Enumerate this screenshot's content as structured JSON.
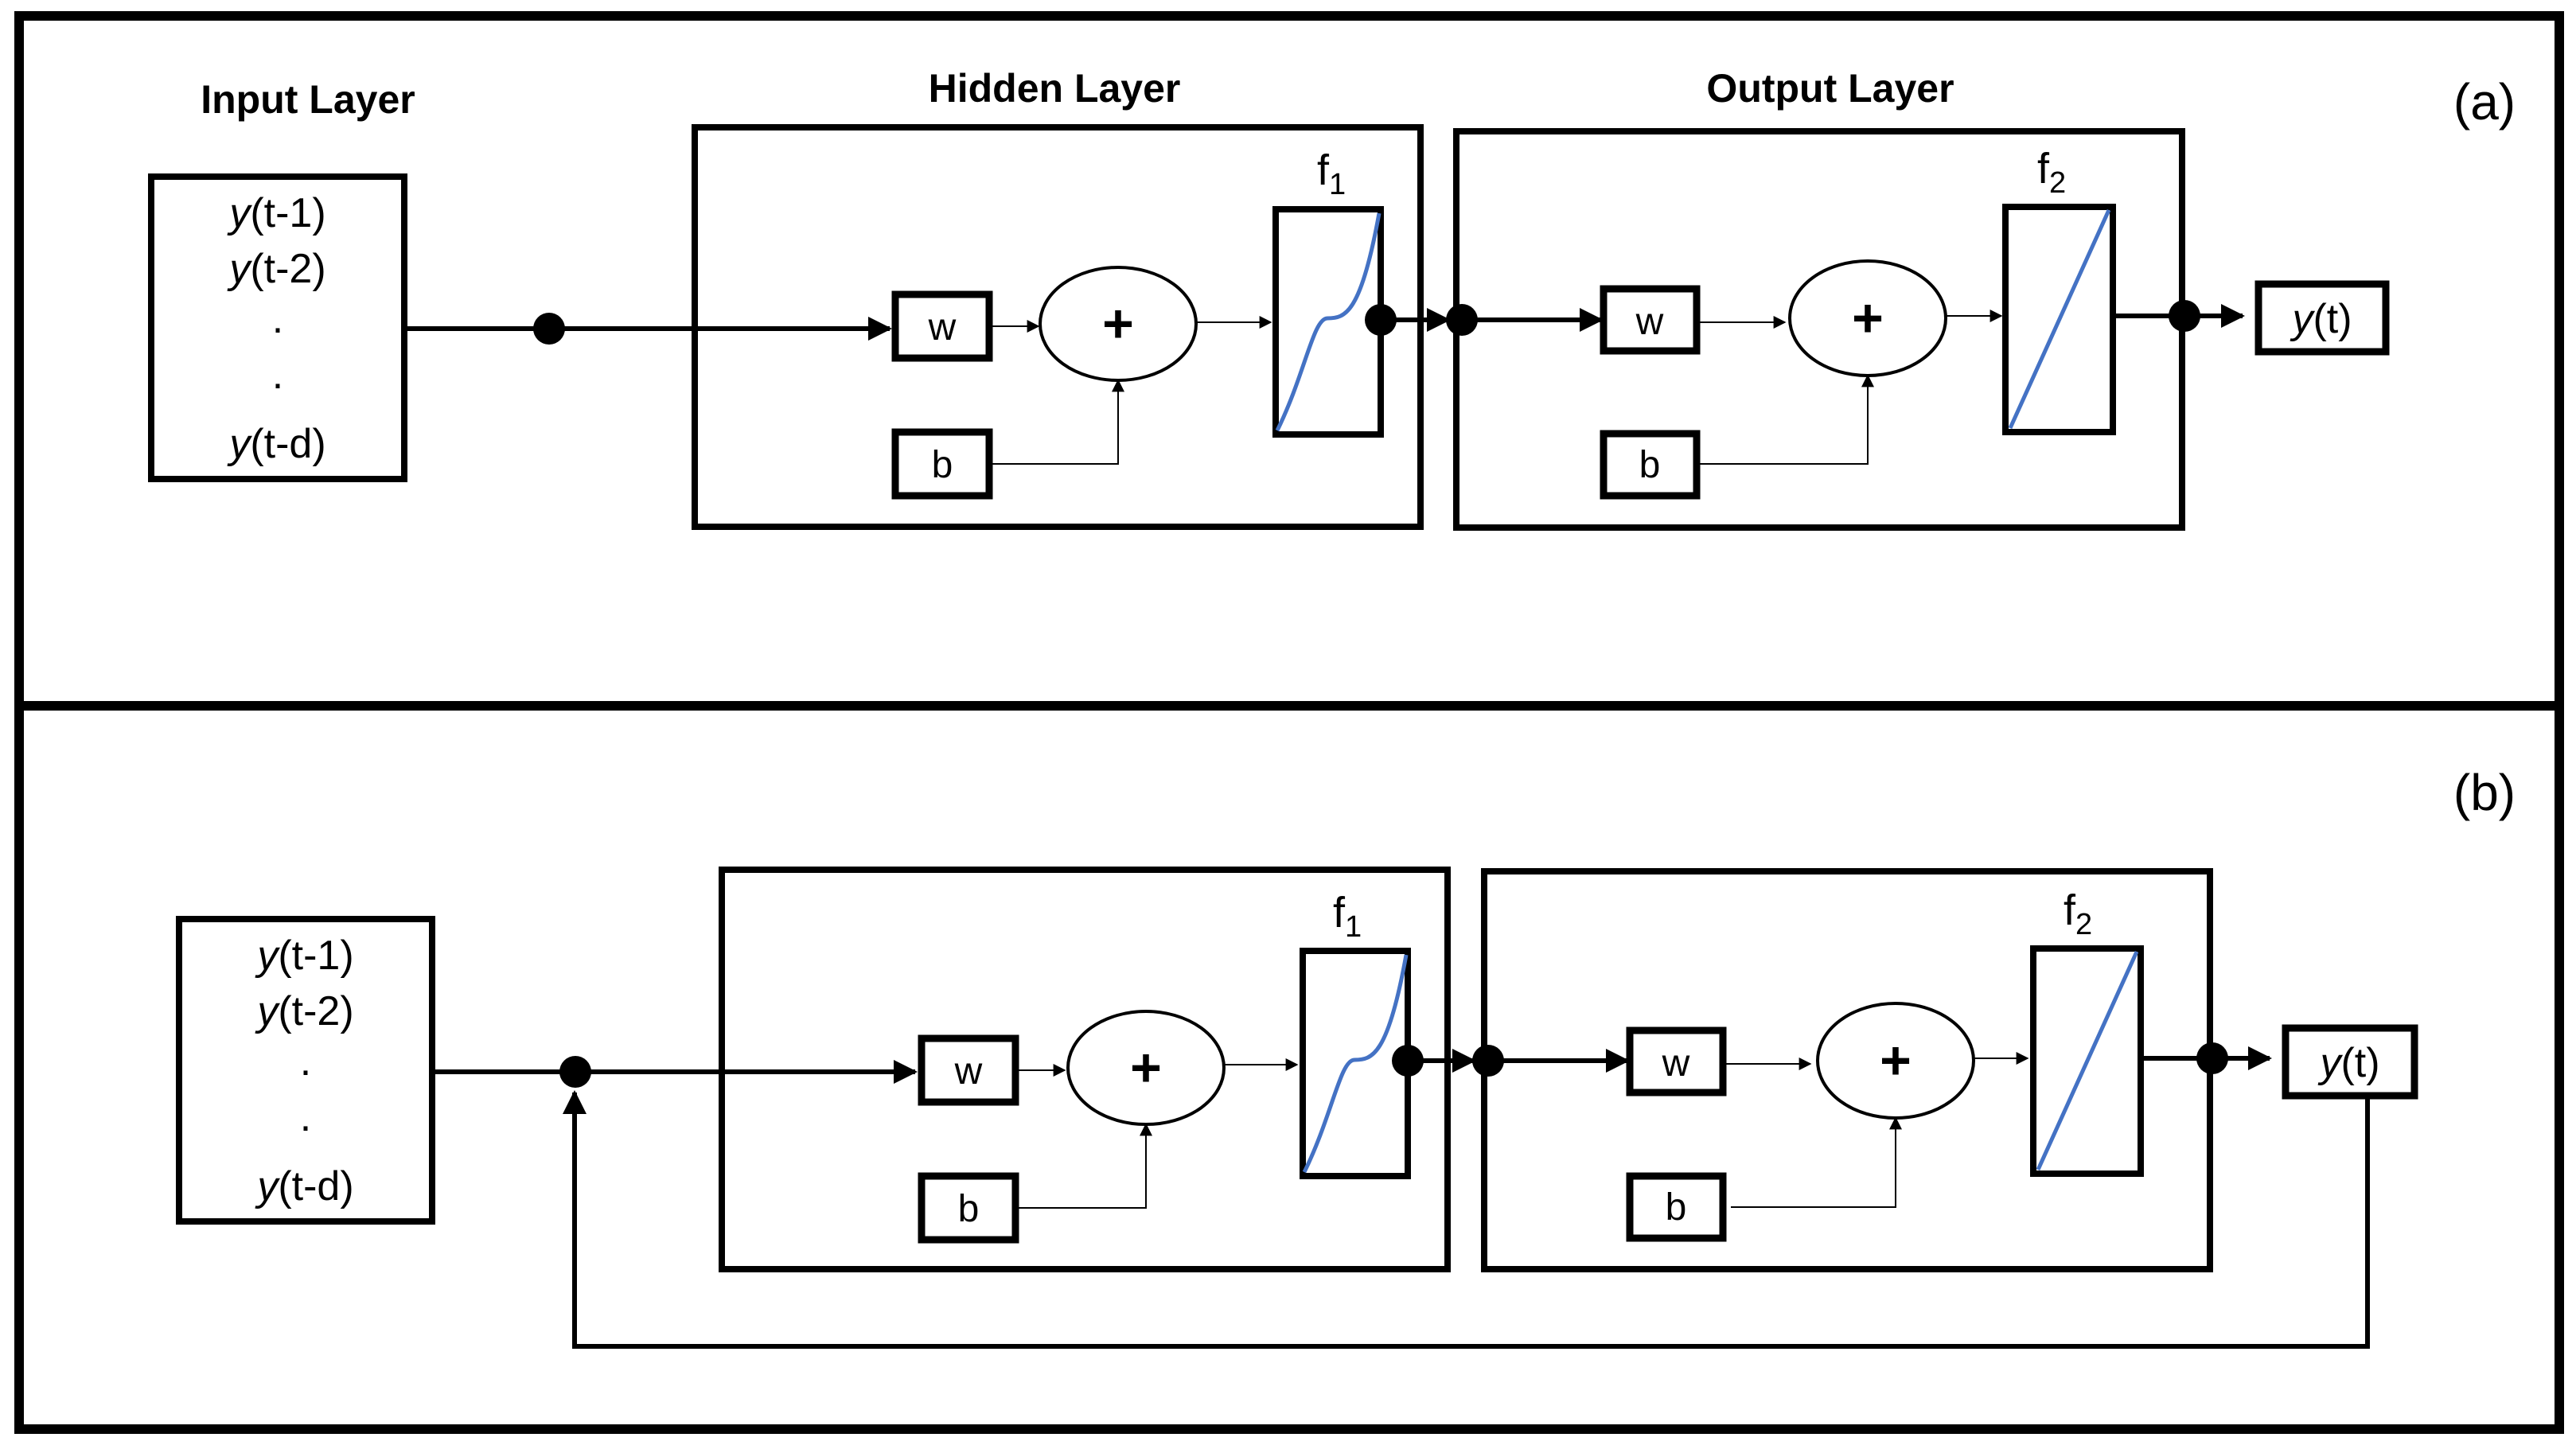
{
  "labels": {
    "input_layer": "Input Layer",
    "hidden_layer": "Hidden Layer",
    "output_layer": "Output Layer"
  },
  "panels": [
    {
      "tag": "(a)",
      "inputs": [
        {
          "var": "y",
          "arg": "(t-1)"
        },
        {
          "var": "y",
          "arg": "(t-2)"
        },
        {
          "var": "",
          "arg": "."
        },
        {
          "var": "",
          "arg": "."
        },
        {
          "var": "y",
          "arg": "(t-d)"
        }
      ],
      "hidden": {
        "weight": "w",
        "bias": "b",
        "sum": "+",
        "fn": "f",
        "fn_sub": "1"
      },
      "output": {
        "weight": "w",
        "bias": "b",
        "sum": "+",
        "fn": "f",
        "fn_sub": "2"
      },
      "result": {
        "var": "y",
        "arg": "(t)"
      }
    },
    {
      "tag": "(b)",
      "inputs": [
        {
          "var": "y",
          "arg": "(t-1)"
        },
        {
          "var": "y",
          "arg": "(t-2)"
        },
        {
          "var": "",
          "arg": "."
        },
        {
          "var": "",
          "arg": "."
        },
        {
          "var": "y",
          "arg": "(t-d)"
        }
      ],
      "hidden": {
        "weight": "w",
        "bias": "b",
        "sum": "+",
        "fn": "f",
        "fn_sub": "1"
      },
      "output": {
        "weight": "w",
        "bias": "b",
        "sum": "+",
        "fn": "f",
        "fn_sub": "2"
      },
      "result": {
        "var": "y",
        "arg": "(t)"
      }
    }
  ],
  "colors": {
    "line": "#000000",
    "activation_curve": "#4472C4",
    "background": "#ffffff"
  }
}
